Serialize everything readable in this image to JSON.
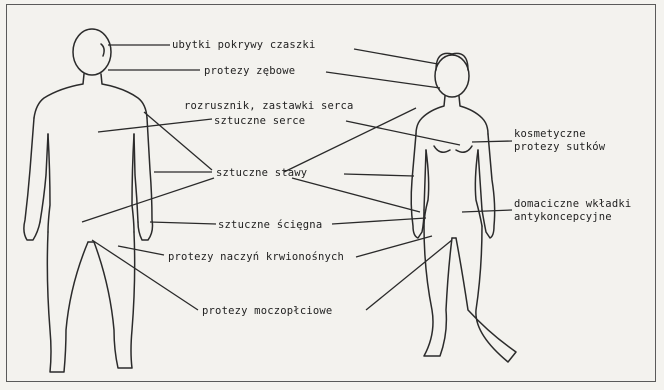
{
  "labels": {
    "skull_defects": "ubytki pokrywy czaszki",
    "dentures": "protezy zębowe",
    "pacemaker_valves": "rozrusznik, zastawki serca",
    "artificial_heart": "sztuczne serce",
    "breast_prostheses_1": "kosmetyczne",
    "breast_prostheses_2": "protezy sutków",
    "joints": "sztuczne stawy",
    "iud_1": "domaciczne wkładki",
    "iud_2": "antykoncepcyjne",
    "tendons": "sztuczne ścięgna",
    "vessels": "protezy naczyń krwionośnych",
    "urethra": "protezy moczopłciowe"
  }
}
